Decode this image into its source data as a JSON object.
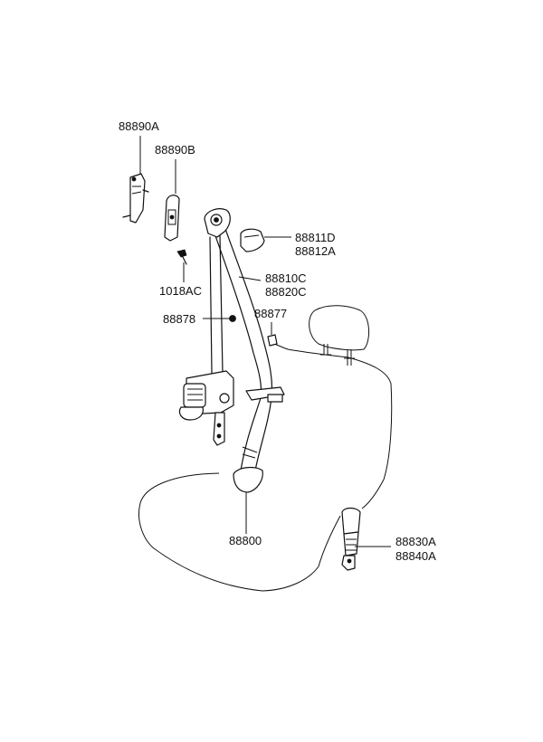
{
  "diagram": {
    "labels": {
      "p88890A": "88890A",
      "p88890B": "88890B",
      "p88811D": "88811D",
      "p88812A": "88812A",
      "p88810C": "88810C",
      "p88820C": "88820C",
      "p1018AC": "1018AC",
      "p88878": "88878",
      "p88877": "88877",
      "p88800": "88800",
      "p88830A": "88830A",
      "p88840A": "88840A"
    }
  }
}
